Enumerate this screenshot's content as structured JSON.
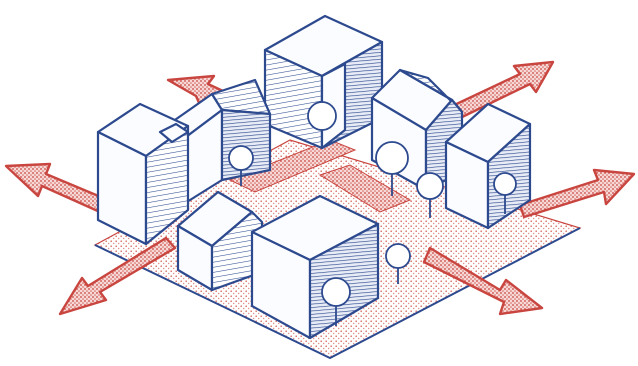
{
  "colors": {
    "building_outline": "#2d4a8f",
    "movement_arrow": "#c9453f",
    "ground_dots": "#d86a62",
    "background": "#ffffff"
  },
  "elements": {
    "arrows": [
      "arrow-north",
      "arrow-northeast",
      "arrow-east",
      "arrow-southeast",
      "arrow-southwest",
      "arrow-west"
    ],
    "buildings": [
      "building-left",
      "building-gable-left",
      "building-back-center",
      "building-gable-right",
      "building-right",
      "building-small-front",
      "building-front-center"
    ],
    "trees": [
      "tree-1",
      "tree-2",
      "tree-3",
      "tree-4",
      "tree-5",
      "tree-6",
      "tree-7"
    ]
  }
}
